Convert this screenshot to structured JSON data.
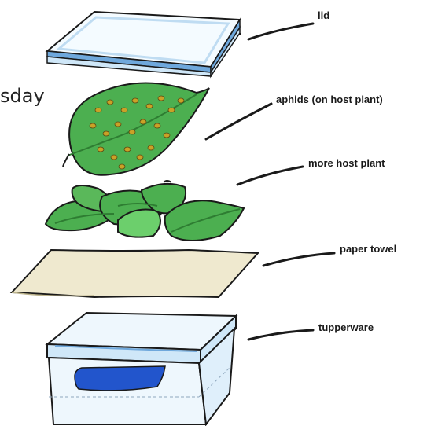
{
  "partial_text": "sday",
  "labels": {
    "lid": "lid",
    "aphids": "aphids (on host plant)",
    "host_plant": "more host plant",
    "paper_towel": "paper towel",
    "tupperware": "tupperware"
  },
  "colors": {
    "outline": "#1a1a1a",
    "lid_fill": "#f4fbff",
    "lid_stripe": "#6fa8dc",
    "lid_band": "#cfe7f8",
    "leaf_fill": "#4caf50",
    "leaf_light": "#6ccf6c",
    "aphid": "#c9a227",
    "towel": "#efe9cf",
    "box_fill": "#eef7fd",
    "box_blue": "#2255cc"
  }
}
